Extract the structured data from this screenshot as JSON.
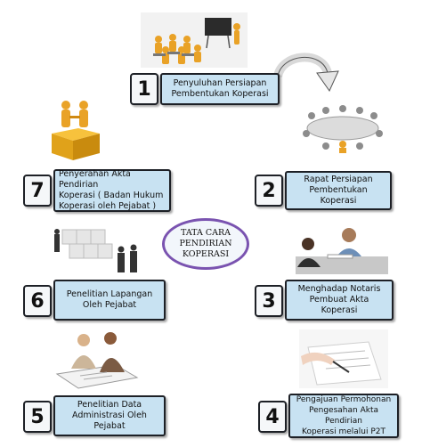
{
  "center_title": "TATA CARA\nPENDIRIAN\nKOPERASI",
  "steps": [
    {
      "number": "1",
      "text": "Penyuluhan Persiapan\nPembentukan Koperasi"
    },
    {
      "number": "2",
      "text": "Rapat Persiapan\nPembentukan Koperasi"
    },
    {
      "number": "3",
      "text": "Menghadap Notaris\nPembuat Akta Koperasi"
    },
    {
      "number": "4",
      "text": "Pengajuan Permohonan\nPengesahan Akta Pendirian\nKoperasi melalui P2T"
    },
    {
      "number": "5",
      "text": "Penelitian Data\nAdministrasi Oleh Pejabat"
    },
    {
      "number": "6",
      "text": "Penelitian Lapangan\nOleh Pejabat"
    },
    {
      "number": "7",
      "text": "Penyerahan Akta Pendirian\nKoperasi ( Badan Hukum\nKoperasi oleh Pejabat )"
    }
  ],
  "colors": {
    "box_fill": "#c8e2f2",
    "box_border": "#1d2026",
    "oval_border": "#7a53b0",
    "figure": "#e9a227"
  },
  "illustrations": [
    "presentation-illustration",
    "meeting-table-illustration",
    "notary-illustration",
    "document-signing-illustration",
    "data-review-illustration",
    "puzzle-team-illustration",
    "handshake-illustration",
    "curved-arrow-icon"
  ]
}
